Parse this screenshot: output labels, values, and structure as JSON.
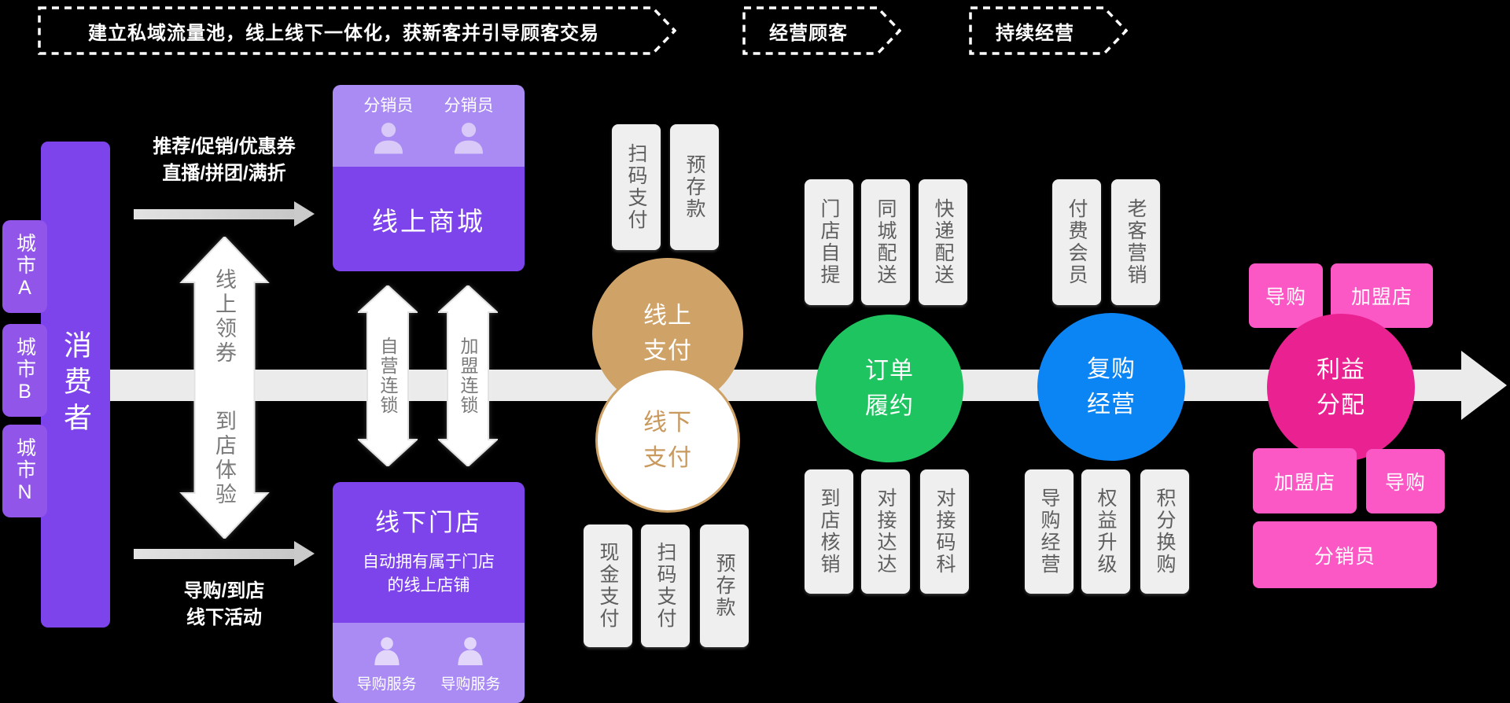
{
  "banners": {
    "main": "建立私域流量池，线上线下一体化，获新客并引导顾客交易",
    "stage2": "经营顾客",
    "stage3": "持续经营"
  },
  "consumer": {
    "title": "消费者",
    "cities": [
      "城市A",
      "城市B",
      "城市N"
    ]
  },
  "acquisition": {
    "promo_line1": "推荐/促销/优惠券",
    "promo_line2": "直播/拼团/满折",
    "offline_line1": "导购/到店",
    "offline_line2": "线下活动",
    "coupon_arrow_top": "线上领券",
    "coupon_arrow_bottom": "到店体验"
  },
  "mall": {
    "title": "线上商城",
    "distributor_left": "分销员",
    "distributor_right": "分销员",
    "self_chain": "自营连锁",
    "franchise_chain": "加盟连锁"
  },
  "store": {
    "title": "线下门店",
    "subtitle": "自动拥有属于门店的线上店铺",
    "service_left": "导购服务",
    "service_right": "导购服务"
  },
  "payment": {
    "online_circle": "线上支付",
    "offline_circle": "线下支付",
    "online_methods": [
      "扫码支付",
      "预存款"
    ],
    "offline_methods": [
      "现金支付",
      "扫码支付",
      "预存款"
    ]
  },
  "fulfillment": {
    "circle": "订单履约",
    "delivery_options": [
      "门店自提",
      "同城配送",
      "快递配送"
    ],
    "integrations": [
      "到店核销",
      "对接达达",
      "对接码科"
    ]
  },
  "repurchase": {
    "circle": "复购经营",
    "retention_tools": [
      "付费会员",
      "老客营销"
    ],
    "operations": [
      "导购经营",
      "权益升级",
      "积分换购"
    ]
  },
  "profit": {
    "circle": "利益分配",
    "top_beneficiaries": [
      "导购",
      "加盟店"
    ],
    "bottom_beneficiaries": [
      "加盟店",
      "导购"
    ],
    "full_width_beneficiary": "分销员"
  },
  "colors": {
    "purple": "#7e44ec",
    "purple_light": "#a98bf3",
    "city_purple": "#9155e9",
    "gold": "#cfa267",
    "green": "#1ec45f",
    "blue": "#0c85f4",
    "deep_pink": "#ea2190",
    "light_pink": "#fb58c5",
    "band_gray": "#ebebeb",
    "pill_gray": "#efefef"
  }
}
